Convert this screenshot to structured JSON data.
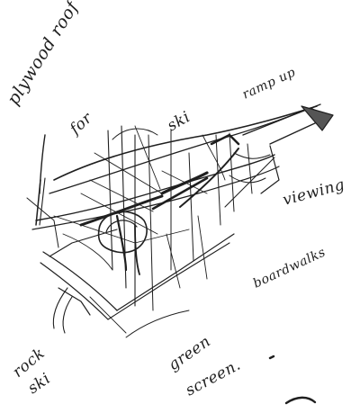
{
  "sketch": {
    "ink_color": "#1f1f1f",
    "paper_color": "#ffffff",
    "annotations": {
      "top_left": "plywood roof",
      "front_left": "for",
      "front_right": "ski",
      "ramp": "ramp up",
      "right_side": "viewing",
      "lower_right": "boardwalks",
      "bottom_left_1": "rock",
      "bottom_left_2": "ski",
      "bottom_center_1": "green",
      "bottom_center_2": "screen."
    }
  }
}
